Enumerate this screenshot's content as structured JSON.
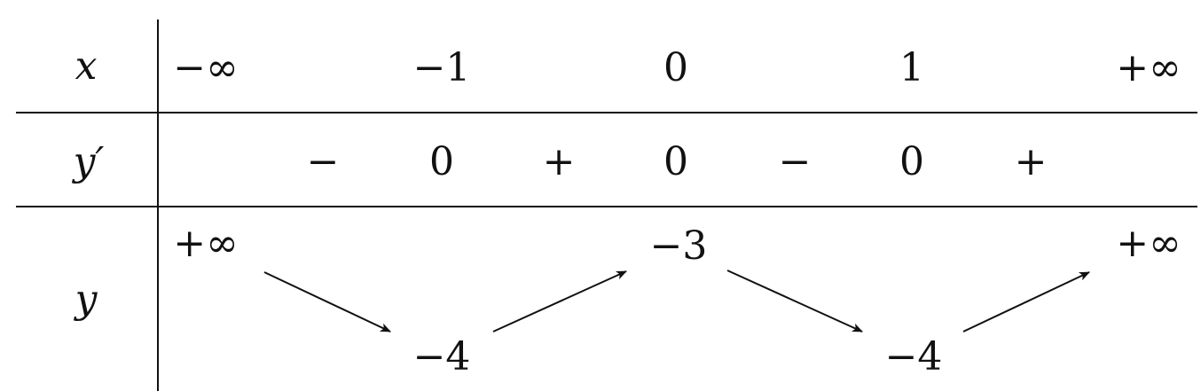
{
  "table": {
    "row_labels": {
      "x": "x",
      "yprime": "y′",
      "y": "y"
    },
    "x_values": [
      "−∞",
      "−1",
      "0",
      "1",
      "+∞"
    ],
    "yprime_values": [
      "−",
      "0",
      "+",
      "0",
      "−",
      "0",
      "+"
    ],
    "y_values": {
      "start": "+∞",
      "min1": "−4",
      "max": "−3",
      "min2": "−4",
      "end": "+∞"
    },
    "arrows": [
      "down",
      "up",
      "down",
      "up"
    ]
  }
}
